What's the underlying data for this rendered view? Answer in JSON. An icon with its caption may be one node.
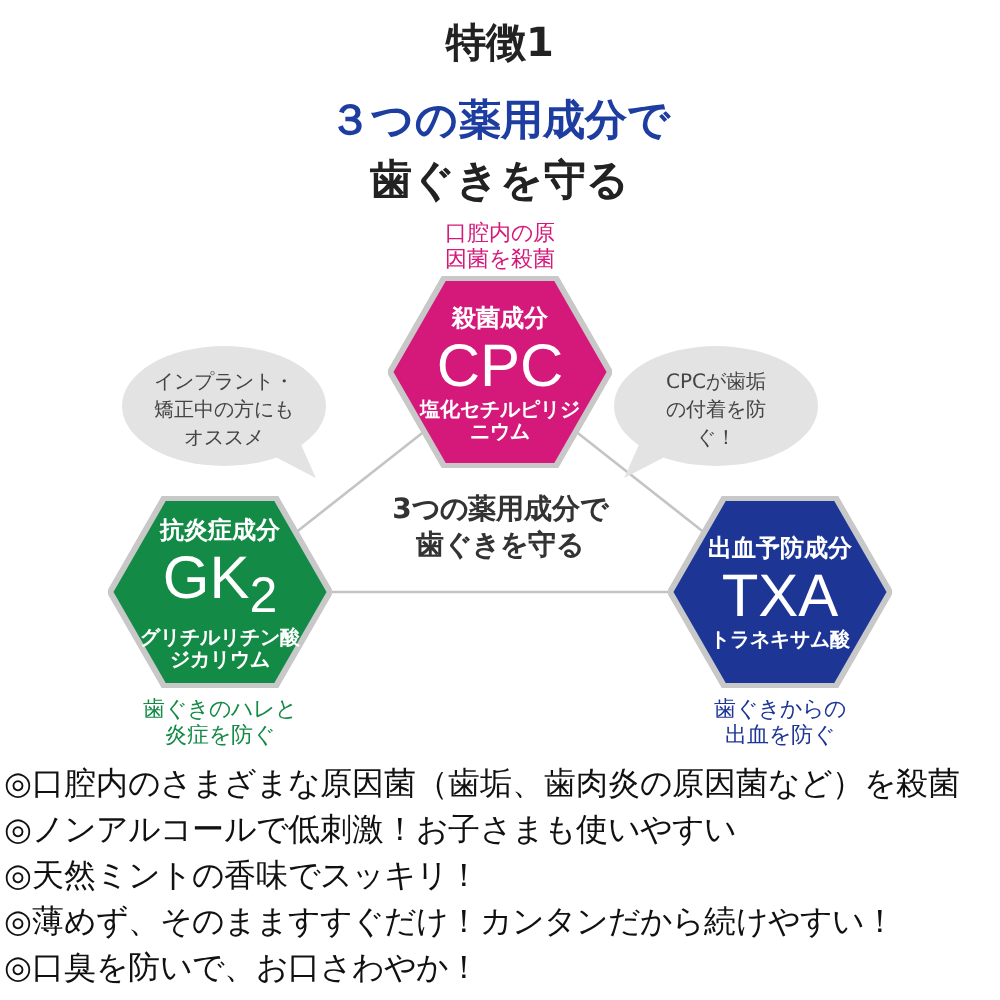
{
  "diagram": {
    "title": "特徴1",
    "nodes": [
      {
        "text": [
          "殺菌成分",
          "CPC",
          "塩化セチルピリジニウム"
        ],
        "beside": [
          "口腔内の原因菌を殺菌"
        ]
      },
      {
        "text": [
          "インプラント・矯正中の方にもオススメ"
        ]
      },
      {
        "text": [
          "CPCが歯垢の付着を防ぐ！"
        ]
      },
      {
        "text": [
          "抗炎症成分",
          "GK$_{2}$",
          "グリチルリチン酸ジカリウム"
        ],
        "beside": [
          "歯ぐきのハレと炎症を防ぐ"
        ]
      },
      {
        "text": [
          "出血予防成分",
          "TXA",
          "トラネキサム酸"
        ],
        "beside": [
          "歯ぐきからの出血を防ぐ"
        ]
      }
    ],
    "edges": [
      {
        "from": 0,
        "to": 3,
        "arrow": "none"
      },
      {
        "from": 0,
        "to": 4,
        "arrow": "none"
      },
      {
        "from": 3,
        "to": 4,
        "arrow": "none"
      }
    ],
    "labels": [
      "３つの薬用成分で",
      "歯ぐきを守る",
      "3つの薬用成分で歯ぐきを守る",
      "◎口腔内のさまざまな原因菌（歯垢、歯肉炎の原因菌など）を殺菌",
      "◎ノンアルコールで低刺激！お子さまも使いやすい",
      "◎天然ミントの香味でスッキリ！",
      "◎薄めず、そのまますすぐだけ！カンタンだから続けやすい！",
      "◎口臭を防いで、お口さわやか！"
    ]
  }
}
